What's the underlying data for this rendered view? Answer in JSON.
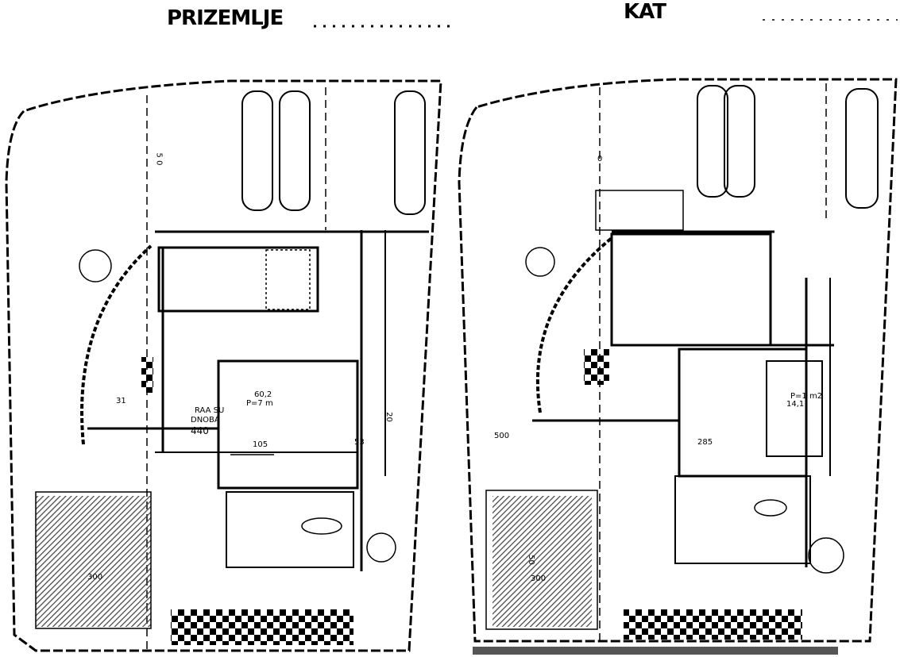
{
  "plans": [
    {
      "title": "PRIZEMLJE",
      "labels": {
        "dim_top": "5 0",
        "room_name_1": "RAA SU",
        "room_name_2": "DNOBA",
        "dim_440": "440",
        "area": "60,2",
        "area_unit": "P=7 m",
        "dim_105": "105",
        "dim_53": "53",
        "dim_300": "300",
        "dim_31": "31",
        "dim_20": "20"
      }
    },
    {
      "title": "KAT",
      "labels": {
        "dim_top": "0",
        "area_unit": "P=1 m2",
        "area": "14,1",
        "dim_285": "285",
        "dim_500": "500",
        "dim_300": "300",
        "dim_50": "50"
      }
    }
  ],
  "colors": {
    "ink": "#000000",
    "hatch": "#555555"
  }
}
